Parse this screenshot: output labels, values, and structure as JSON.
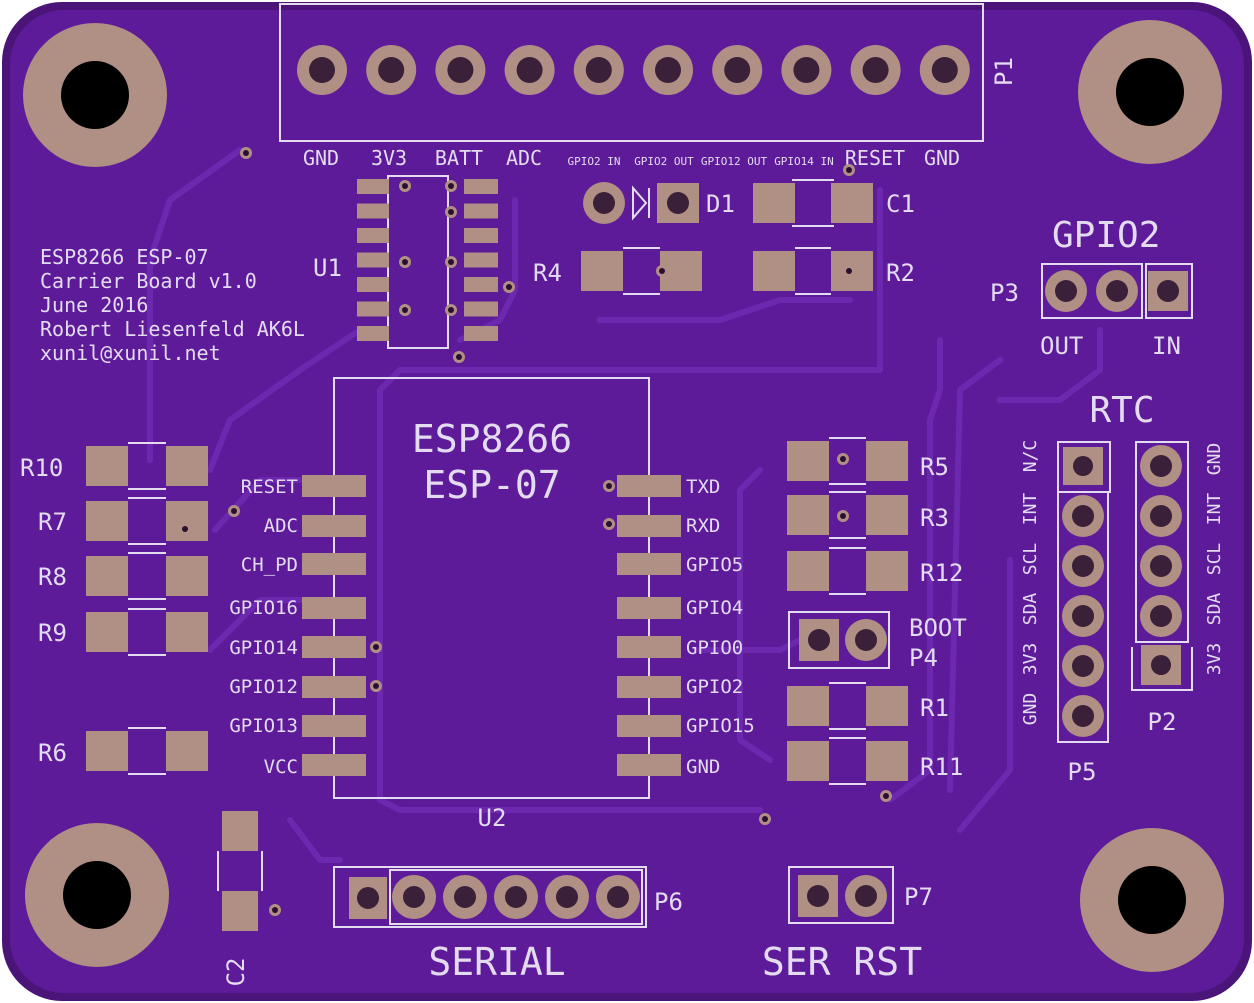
{
  "colors": {
    "board": "#5e1b99",
    "board_edge": "#4a1478",
    "trace": "#6a26ab",
    "pad": "#b08f84",
    "silkscreen": "#e3dbf0",
    "hole": "#000000"
  },
  "board_text": {
    "line1": "ESP8266 ESP-07",
    "line2": "Carrier Board v1.0",
    "line3": "June 2016",
    "line4": "Robert Liesenfeld AK6L",
    "line5": "xunil@xunil.net"
  },
  "headers": {
    "p1": {
      "ref": "P1",
      "labels": [
        "GND",
        "3V3",
        "BATT",
        "ADC",
        "GPIO2 IN",
        "GPIO2 OUT",
        "GPIO12 OUT",
        "GPIO14 IN",
        "RESET",
        "GND"
      ]
    },
    "p3": {
      "ref": "P3",
      "title": "GPIO2",
      "out_label": "OUT",
      "in_label": "IN"
    },
    "rtc": {
      "title": "RTC"
    },
    "p5": {
      "ref": "P5",
      "labels": [
        "N/C",
        "INT",
        "SCL",
        "SDA",
        "3V3",
        "GND"
      ]
    },
    "p2": {
      "ref": "P2",
      "labels": [
        "GND",
        "INT",
        "SCL",
        "SDA",
        "3V3"
      ]
    },
    "p4": {
      "ref": "P4",
      "label": "BOOT"
    },
    "p6": {
      "ref": "P6",
      "label": "SERIAL"
    },
    "p7": {
      "ref": "P7",
      "label": "SER RST"
    }
  },
  "module": {
    "ref": "U2",
    "name_line1": "ESP8266",
    "name_line2": "ESP-07",
    "left_pins": [
      "RESET",
      "ADC",
      "CH_PD",
      "GPIO16",
      "GPIO14",
      "GPIO12",
      "GPIO13",
      "VCC"
    ],
    "right_pins": [
      "TXD",
      "RXD",
      "GPIO5",
      "GPIO4",
      "GPIO0",
      "GPIO2",
      "GPIO15",
      "GND"
    ]
  },
  "components": {
    "u1": "U1",
    "d1": "D1",
    "c1": "C1",
    "c2": "C2",
    "r1": "R1",
    "r2": "R2",
    "r3": "R3",
    "r4": "R4",
    "r5": "R5",
    "r6": "R6",
    "r7": "R7",
    "r8": "R8",
    "r9": "R9",
    "r10": "R10",
    "r11": "R11",
    "r12": "R12"
  }
}
